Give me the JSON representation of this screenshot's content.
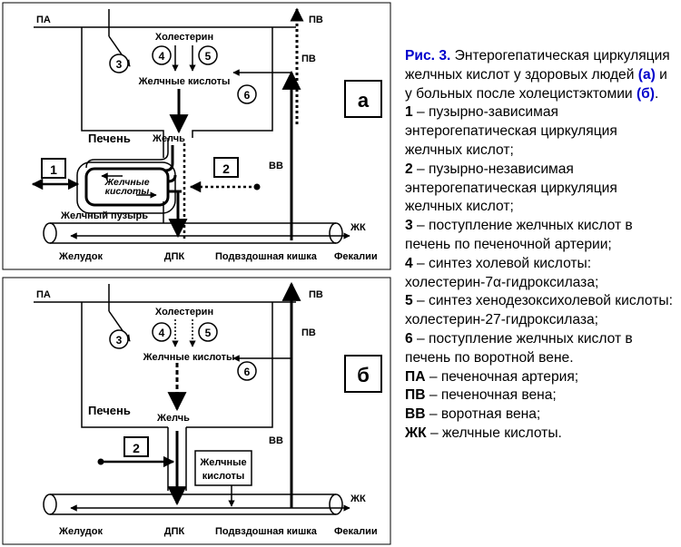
{
  "colors": {
    "accent": "#0000cc",
    "ink": "#000000",
    "background": "#ffffff"
  },
  "panel_a": {
    "letter": "а",
    "labels": {
      "pa": "ПА",
      "pv_top": "ПВ",
      "pv_side": "ПВ",
      "cholesterol": "Холестерин",
      "bile_acids": "Желчные кислоты",
      "liver": "Печень",
      "bile": "Желчь",
      "gb_acids_1": "Желчные",
      "gb_acids_2": "кислоты",
      "gallbladder": "Желчный пузырь",
      "vv": "ВВ",
      "zhk": "ЖК",
      "stomach": "Желудок",
      "dpk": "ДПК",
      "ileum": "Подвздошная кишка",
      "feces": "Фекалии"
    },
    "markers": {
      "m1": "1",
      "m2": "2",
      "c3": "3",
      "c4": "4",
      "c5": "5",
      "c6": "6"
    }
  },
  "panel_b": {
    "letter": "б",
    "labels": {
      "pa": "ПА",
      "pv_top": "ПВ",
      "pv_side": "ПВ",
      "cholesterol": "Холестерин",
      "bile_acids": "Желчные кислоты",
      "liver": "Печень",
      "bile": "Желчь",
      "box_acids_1": "Желчные",
      "box_acids_2": "кислоты",
      "vv": "ВВ",
      "zhk": "ЖК",
      "stomach": "Желудок",
      "dpk": "ДПК",
      "ileum": "Подвздошная кишка",
      "feces": "Фекалии"
    },
    "markers": {
      "m2": "2",
      "c3": "3",
      "c4": "4",
      "c5": "5",
      "c6": "6"
    }
  },
  "caption": {
    "title": "Рис. 3.",
    "intro_1": " Энтерогепатическая циркуляция желчных кислот у здоровых людей ",
    "a_ref": "(а)",
    "intro_2": " и у больных после холецистэктомии ",
    "b_ref": "(б)",
    "intro_3": ".",
    "items": [
      {
        "key": "1",
        "text": " – пузырно-зависимая энтерогепатическая циркуляция желчных кислот;"
      },
      {
        "key": "2",
        "text": " – пузырно-независимая энтерогепатическая циркуляция желчных кислот;"
      },
      {
        "key": "3",
        "text": " – поступление желчных кислот в печень по печеночной артерии;"
      },
      {
        "key": "4",
        "text": " – синтез холевой кислоты: холестерин-7α-гидроксилаза;"
      },
      {
        "key": "5",
        "text": " – синтез хенодезоксихолевой кислоты: холестерин-27-гидроксилаза;"
      },
      {
        "key": "6",
        "text": " – поступление желчных кислот в печень по воротной вене."
      },
      {
        "key": "ПА",
        "text": " – печеночная артерия;"
      },
      {
        "key": "ПВ",
        "text": " – печеночная вена;"
      },
      {
        "key": "ВВ",
        "text": " – воротная вена;"
      },
      {
        "key": "ЖК",
        "text": " – желчные кислоты."
      }
    ]
  }
}
